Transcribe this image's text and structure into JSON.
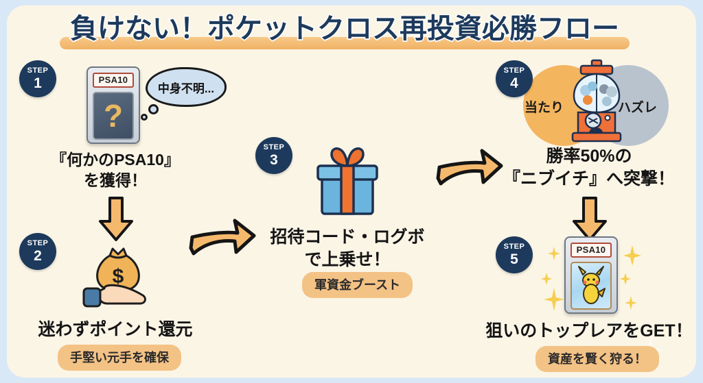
{
  "theme": {
    "outer_bg": "#d9e8f6",
    "card_bg": "#fbf5e6",
    "navy": "#1d3a5c",
    "orange": "#f0a854",
    "pill_bg": "#f3c285",
    "text_dark": "#141414"
  },
  "title": "負けない！ポケットクロス再投資必勝フロー",
  "steps": [
    {
      "badge_label": "STEP",
      "badge_number": "1",
      "icon": "psa10-slab-unknown-card-icon",
      "slab_label": "PSA10",
      "slab_mark": "?",
      "bubble_text": "中身不明...",
      "caption": "『何かのPSA10』\nを獲得！",
      "pill": null
    },
    {
      "badge_label": "STEP",
      "badge_number": "2",
      "icon": "hand-holding-money-bag-icon",
      "money_symbol": "$",
      "caption": "迷わずポイント還元",
      "pill": "手堅い元手を確保"
    },
    {
      "badge_label": "STEP",
      "badge_number": "3",
      "icon": "gift-box-icon",
      "caption": "招待コード・ログボ\nで上乗せ！",
      "pill": "軍資金ブースト"
    },
    {
      "badge_label": "STEP",
      "badge_number": "4",
      "icon": "gumball-machine-icon",
      "win_label": "当たり",
      "lose_label": "ハズレ",
      "caption": "勝率50%の\n『ニブイチ』へ突撃！",
      "pill": null
    },
    {
      "badge_label": "STEP",
      "badge_number": "5",
      "icon": "psa10-pikachu-card-icon",
      "slab_label": "PSA10",
      "caption": "狙いのトップレアをGET！",
      "pill": "資産を賢く狩る！"
    }
  ],
  "arrows": [
    {
      "name": "arrow-step1-to-step2",
      "direction": "down"
    },
    {
      "name": "arrow-step2-to-step3",
      "direction": "up-right"
    },
    {
      "name": "arrow-step3-to-step4",
      "direction": "up-right"
    },
    {
      "name": "arrow-step4-to-step5",
      "direction": "down"
    }
  ]
}
